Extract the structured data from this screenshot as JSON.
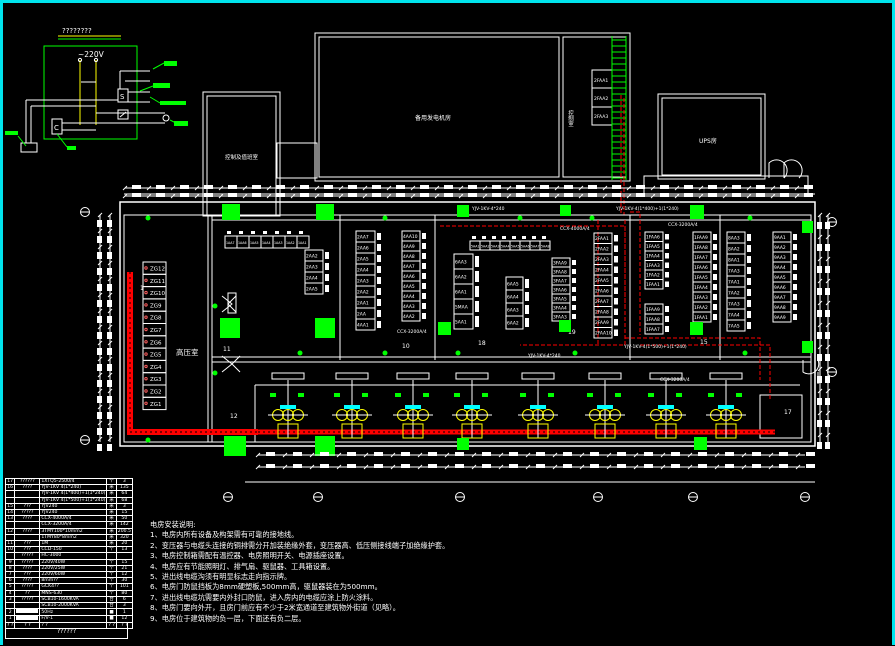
{
  "schematic": {
    "title": "????????",
    "voltage": "~220V",
    "switch_label": "S",
    "control_label": "C"
  },
  "rooms": {
    "generator": "备用发电机房",
    "control": "控制室",
    "ups": "UPS房",
    "duty": "控制及值班室",
    "high_voltage": "高压室"
  },
  "control_panels": [
    "2FAA1",
    "2FAA2",
    "2FAA3"
  ],
  "hv_panels": [
    "ZG12",
    "ZG11",
    "ZG10",
    "ZG9",
    "ZG8",
    "ZG7",
    "ZG6",
    "ZG5",
    "ZG4",
    "ZG3",
    "ZG2",
    "ZG1"
  ],
  "panel_groups": [
    {
      "labels": [
        "1AA7",
        "1AA6",
        "1AA5",
        "1AA4",
        "1AA3",
        "1AA2",
        "1AA1"
      ]
    },
    {
      "labels": [
        "2AA2",
        "2AA3",
        "2AA4",
        "2AA5"
      ]
    },
    {
      "labels": [
        "2AA7",
        "2AA6",
        "2AA5",
        "2AA4",
        "2AA3",
        "2AA2",
        "2AA1",
        "2AA",
        "4AA1"
      ]
    },
    {
      "labels": [
        "4AA10",
        "4AA9",
        "4AA8",
        "4AA7",
        "4AA6",
        "4AA5",
        "4AA4",
        "4AA3",
        "4AA2"
      ]
    },
    {
      "labels": [
        "5AA1",
        "5AA2",
        "5AA3",
        "5AA4",
        "5AA5",
        "5AA6",
        "5AA7",
        "5AA8"
      ]
    },
    {
      "labels": [
        "6AA3",
        "6AA2",
        "6AA1",
        "5MAA",
        "5AA1"
      ]
    },
    {
      "labels": [
        "6AA5",
        "6AA4",
        "6AA3",
        "6AA2"
      ]
    },
    {
      "labels": [
        "3FAA9",
        "3FAA8",
        "3FAA7",
        "3FAA6",
        "3FAA5",
        "3FAA4",
        "3FAA3"
      ]
    },
    {
      "labels": [
        "2FAA1",
        "2FAA2",
        "2FAA3",
        "2FAA4",
        "2FAA5",
        "2FAA6",
        "2FAA7",
        "2FAA8",
        "2FAA9",
        "2FAA10"
      ]
    },
    {
      "labels": [
        "1FAA6",
        "1FAA5",
        "1FAA4",
        "1FAA3",
        "1FAA2",
        "1FAA1"
      ]
    },
    {
      "labels": [
        "1FAA9",
        "1FAA8",
        "1FAA7"
      ]
    },
    {
      "labels": [
        "1FAA9",
        "1FAA8",
        "1FAA7",
        "1FAA6",
        "1FAA5",
        "1FAA4",
        "1FAA3",
        "1FAA2",
        "1FAA1"
      ]
    },
    {
      "labels": [
        "8AA3",
        "8AA2",
        "8AA1",
        "7AA3",
        "7AA1",
        "7AA2",
        "7AA3",
        "7AA4",
        "7AA5"
      ]
    },
    {
      "labels": [
        "9AA1",
        "9AA2",
        "9AA3",
        "9AA4",
        "9AA5",
        "9AA6",
        "9AA7",
        "9AA8",
        "9AA9"
      ]
    }
  ],
  "cable_labels": [
    "YJV-1KV-4*240",
    "YJV-1KV-4(1*400)+1(1*240)",
    "CCX-4000A/4",
    "CCX-3200A/4",
    "CCX-3200A/4",
    "YJV-1KV-4*240",
    "YJV-1KV-4(1*500)+1(1*240)",
    "CCX-3200A/4"
  ],
  "callouts": [
    "1",
    "11",
    "12",
    "10",
    "18",
    "19",
    "15",
    "17"
  ],
  "notes": {
    "title": "电房安装说明:",
    "items": [
      "1、电房内所有设备及构架需有可靠的接地线。",
      "2、变压器与电缆头连接的铜排需分开加装绝缘外套，变压器高、低压侧接线端子加绝缘护套。",
      "3、电房控制箱需配有温控器、电房照明开关、电源插座设置。",
      "4、电房应有节能照明灯、排气扇、驱鼠器、工具箱设置。",
      "5、进出线电缆沟须有明显标志走向指示牌。",
      "6、电房门防鼠挡板为8mm硬塑板,500mm高，驱鼠器装在为500mm。",
      "7、进出线电缆坑需要内外封口防鼠，进入房内的电缆应涂上防火涂料。",
      "8、电房门要向外开，且房门前应有不少于2米宽通道至建筑物外街道（见略）。",
      "9、电房位于建筑物的负一层，下面还有负二层。"
    ]
  },
  "legend_table": {
    "rows": [
      [
        "17",
        "??????",
        "1XTQ5-2500/4",
        "个",
        "3"
      ],
      [
        "16",
        "????",
        "YJV-1KV 4(1*240)",
        "米",
        "135"
      ],
      [
        "",
        "",
        "YJV-1KV 4(1*400)+1(1*240)",
        "米",
        "64"
      ],
      [
        "",
        "",
        "YJV-1KV 4(1*500)+1(1*240)",
        "米",
        "68"
      ],
      [
        "15",
        "???",
        "YJV240",
        "米",
        "3"
      ],
      [
        "14",
        "?????",
        "YJV240",
        "米",
        "15"
      ],
      [
        "13",
        "????",
        "CCX-4000A/4",
        "米",
        "50"
      ],
      [
        "",
        "",
        "CCX-3200A/4",
        "米",
        "142"
      ],
      [
        "12",
        "????",
        "3TMY100*10mm2",
        "米",
        "200.5"
      ],
      [
        "",
        "",
        "1TMY80*8mm2",
        "米",
        "320"
      ],
      [
        "11",
        "???",
        "1M",
        "米",
        "20"
      ],
      [
        "10",
        "???",
        "CCD-150",
        "个",
        "13"
      ],
      [
        "",
        "?????",
        "HC-3000",
        "",
        ""
      ],
      [
        "9",
        "?????",
        "220V/40W",
        "个",
        "15"
      ],
      [
        "8",
        "????",
        "220V/25W",
        "个",
        "21"
      ],
      [
        "7",
        "???",
        "220V/60W",
        "个",
        "12"
      ],
      [
        "6",
        "????",
        "8mm??",
        "个",
        "30"
      ],
      [
        "5",
        "?????",
        "GCK4??",
        "个",
        "101"
      ],
      [
        "4",
        "??",
        "MNS-630",
        "个",
        "80"
      ],
      [
        "3",
        "?????",
        "SCB10-1600KVA",
        "台",
        "6"
      ],
      [
        "",
        "",
        "SCB10-2000KVA",
        "台",
        "3"
      ],
      [
        "2",
        "",
        "50Hz",
        "■",
        "1"
      ],
      [
        "1",
        "",
        "F/V-1",
        "■",
        "12"
      ],
      [
        "? ?",
        "? ?",
        "? ?",
        "? ?",
        "? ?"
      ]
    ],
    "title": "??????"
  }
}
